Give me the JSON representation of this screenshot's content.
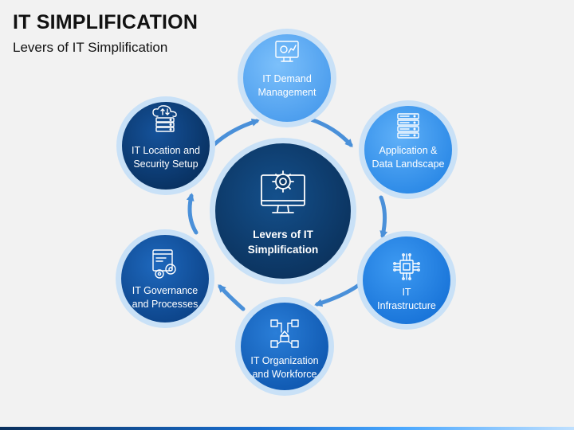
{
  "header": {
    "title": "IT SIMPLIFICATION",
    "subtitle": "Levers of IT Simplification"
  },
  "center": {
    "label_line1": "Levers of IT",
    "label_line2": "Simplification",
    "icon": "monitor-gear-icon",
    "color": "#0d3b6b"
  },
  "levers": [
    {
      "line1": "IT Demand",
      "line2": "Management",
      "icon": "monitor-chart-icon",
      "color": "#5aaaf2"
    },
    {
      "line1": "Application &",
      "line2": "Data Landscape",
      "icon": "server-stack-icon",
      "color": "#3996ec"
    },
    {
      "line1": "IT",
      "line2": "Infrastructure",
      "icon": "circuit-chip-icon",
      "color": "#1e7fe0"
    },
    {
      "line1": "IT Organization",
      "line2": "and Workforce",
      "icon": "org-network-icon",
      "color": "#1464c0"
    },
    {
      "line1": "IT Governance",
      "line2": "and Processes",
      "icon": "document-gears-icon",
      "color": "#0f4f9a"
    },
    {
      "line1": "IT Location and",
      "line2": "Security Setup",
      "icon": "cloud-server-icon",
      "color": "#0b3a72"
    }
  ],
  "colors": {
    "ring": "#c9e1f7",
    "arrow": "#4a90d9"
  }
}
